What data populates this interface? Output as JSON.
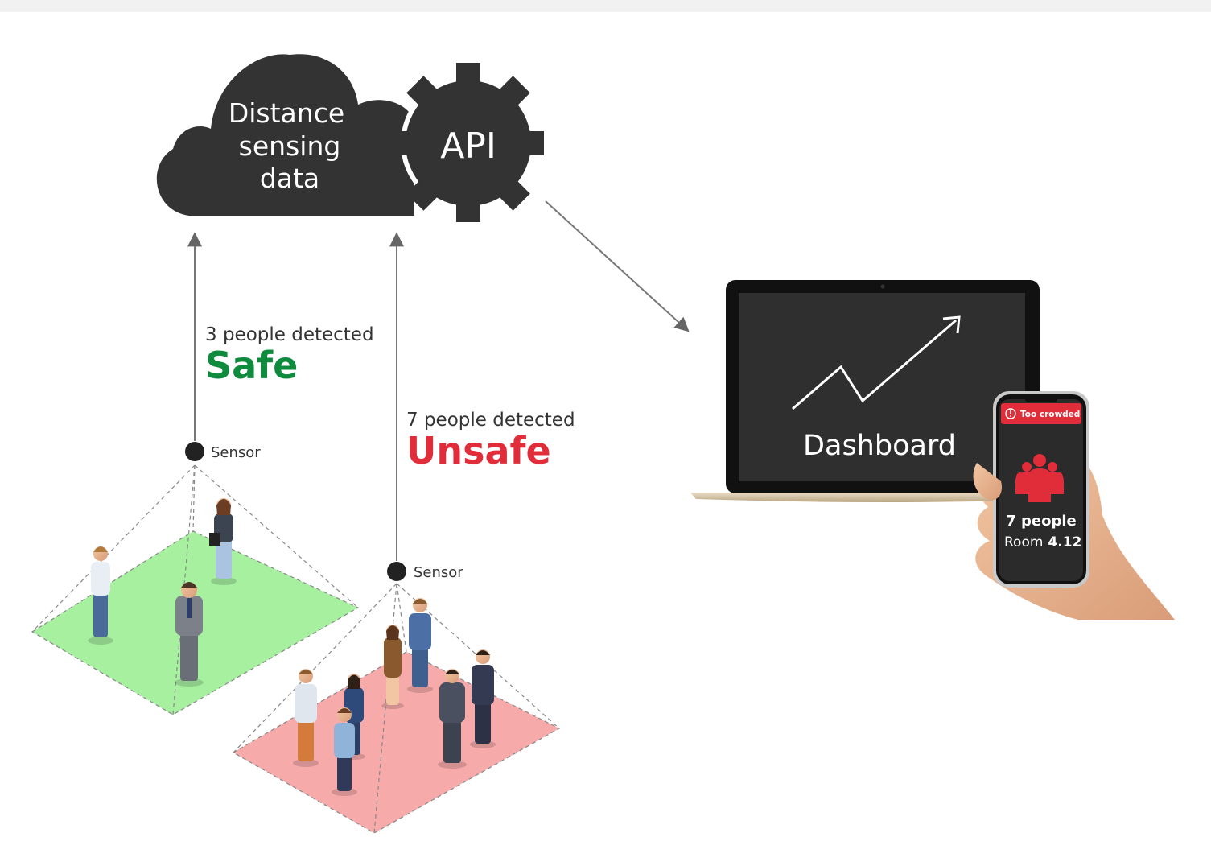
{
  "cloud": {
    "line1": "Distance",
    "line2": "sensing",
    "line3": "data"
  },
  "api": {
    "label": "API"
  },
  "zones": {
    "safe": {
      "sensor_label": "Sensor",
      "count_text": "3 people detected",
      "status_text": "Safe",
      "status_color": "#0e8b3c",
      "floor_color": "#a6f0a0"
    },
    "unsafe": {
      "sensor_label": "Sensor",
      "count_text": "7 people detected",
      "status_text": "Unsafe",
      "status_color": "#e12d39",
      "floor_color": "#f7aaaa"
    }
  },
  "dashboard": {
    "label": "Dashboard"
  },
  "phone": {
    "alert_text": "Too crowded",
    "alert_color": "#e12d39",
    "count_text": "7 people",
    "room_prefix": "Room",
    "room_number": "4.12"
  },
  "colors": {
    "cloud_fill": "#333333",
    "screen_fill": "#2f2f2f",
    "arrow": "#777777"
  }
}
